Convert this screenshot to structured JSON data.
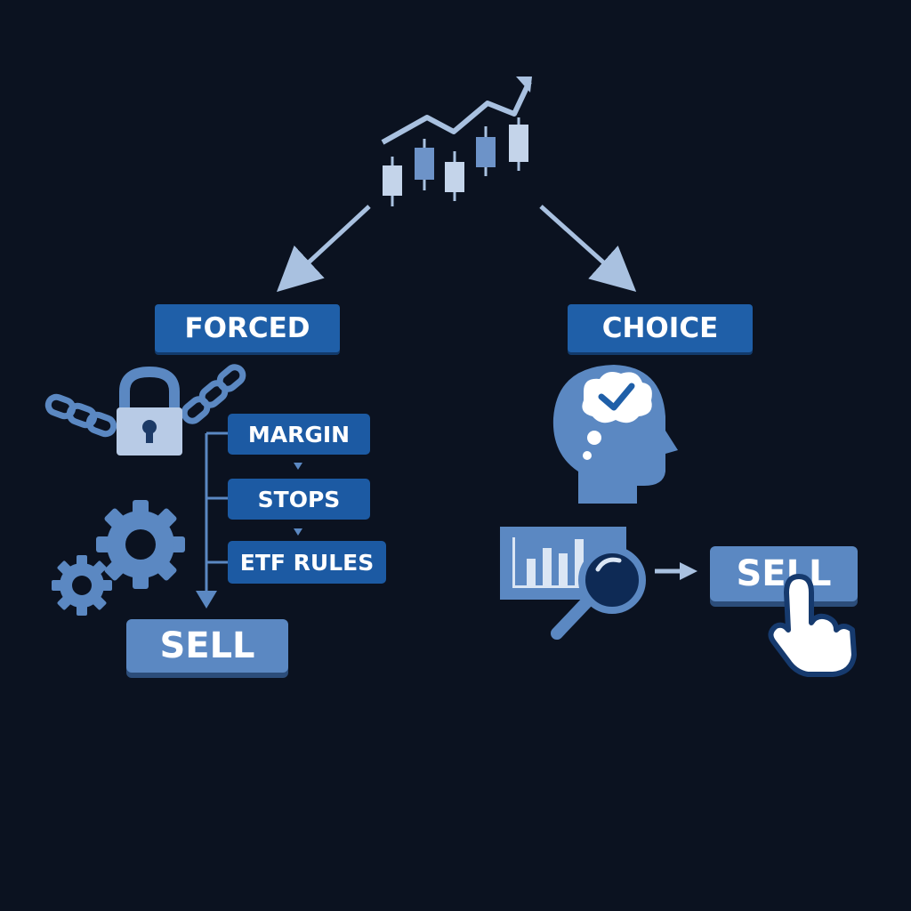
{
  "forced": {
    "label": "FORCED",
    "steps": [
      "MARGIN",
      "STOPS",
      "ETF RULES"
    ],
    "result": "SELL"
  },
  "choice": {
    "label": "CHOICE",
    "result": "SELL"
  },
  "icons": [
    "trend-candlestick-icon",
    "padlock-icon",
    "chain-icon",
    "gear-icon",
    "head-thought-icon",
    "checkmark-icon",
    "bar-chart-icon",
    "magnifier-icon",
    "pointer-hand-icon"
  ],
  "colors": {
    "background": "#0b1220",
    "primary": "#1f5fa8",
    "light": "#5b88c2",
    "pale": "#a9c1e0"
  }
}
